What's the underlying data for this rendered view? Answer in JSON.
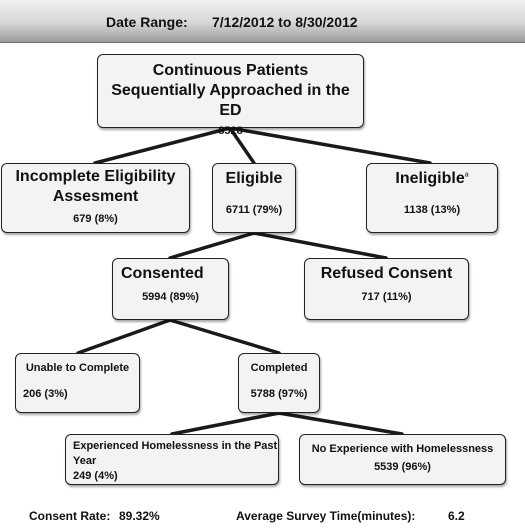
{
  "header": {
    "label": "Date Range:",
    "value": "7/12/2012 to 8/30/2012"
  },
  "nodes": {
    "root": {
      "title": "Continuous Patients Sequentially Approached in the ED",
      "count": "8528"
    },
    "incomplete": {
      "title": "Incomplete Eligibility Assesment",
      "count": "679 (8%)"
    },
    "eligible": {
      "title": "Eligible",
      "count": "6711 (79%)"
    },
    "ineligible": {
      "title": "Ineligible",
      "superscript": "a",
      "count": "1138 (13%)"
    },
    "consented": {
      "title": "Consented",
      "count": "5994 (89%)"
    },
    "refused": {
      "title": "Refused Consent",
      "count": "717 (11%)"
    },
    "unable": {
      "title": "Unable to Complete",
      "count": "206 (3%)"
    },
    "completed": {
      "title": "Completed",
      "count": "5788 (97%)"
    },
    "homeless": {
      "title": "Experienced Homelessness in the Past Year",
      "count": "249 (4%)"
    },
    "nohomeless": {
      "title": "No Experience with Homelessness",
      "count": "5539 (96%)"
    }
  },
  "footer": {
    "consent_rate_label": "Consent Rate:",
    "consent_rate_value": "89.32%",
    "survey_time_label": "Average Survey Time(minutes):",
    "survey_time_value": "6.2"
  }
}
